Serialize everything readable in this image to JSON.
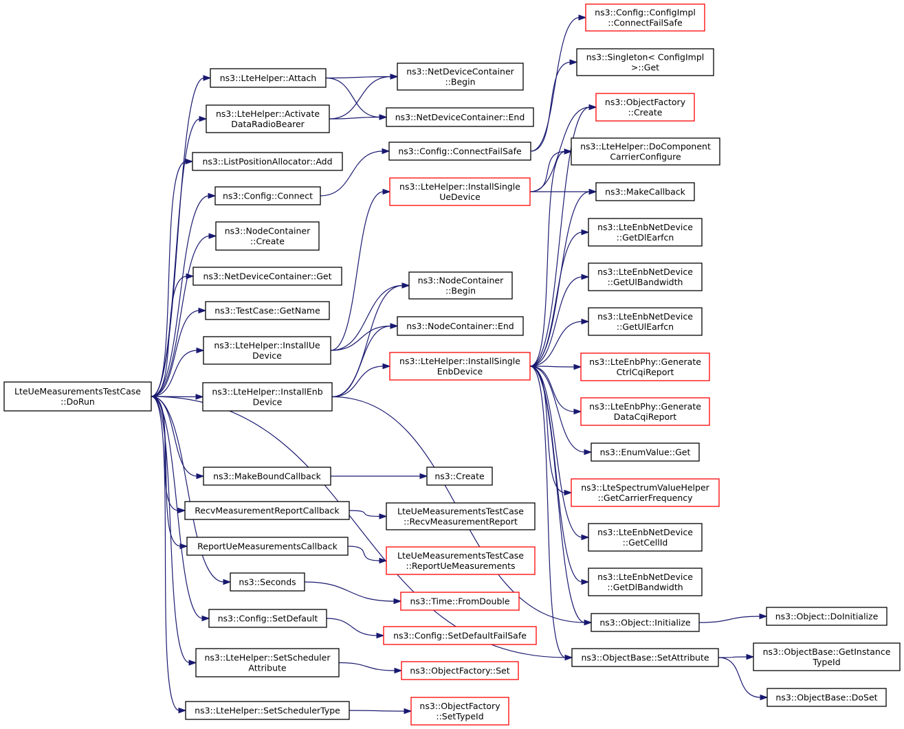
{
  "colors": {
    "edge": "#191970",
    "box_black": "#000000",
    "box_red": "#ff0000",
    "box_root_fill": "#bfbfbf"
  },
  "nodes": [
    {
      "id": "root",
      "lines": [
        "LteUeMeasurementsTestCase",
        "::DoRun"
      ],
      "style": "root"
    },
    {
      "id": "attach",
      "lines": [
        "ns3::LteHelper::Attach"
      ],
      "style": "black"
    },
    {
      "id": "activate",
      "lines": [
        "ns3::LteHelper::Activate",
        "DataRadioBearer"
      ],
      "style": "black"
    },
    {
      "id": "lpa_add",
      "lines": [
        "ns3::ListPositionAllocator::Add"
      ],
      "style": "black"
    },
    {
      "id": "cfg_connect",
      "lines": [
        "ns3::Config::Connect"
      ],
      "style": "black"
    },
    {
      "id": "nc_create",
      "lines": [
        "ns3::NodeContainer",
        "::Create"
      ],
      "style": "black"
    },
    {
      "id": "ndc_get",
      "lines": [
        "ns3::NetDeviceContainer::Get"
      ],
      "style": "black"
    },
    {
      "id": "tc_getname",
      "lines": [
        "ns3::TestCase::GetName"
      ],
      "style": "black"
    },
    {
      "id": "install_ue",
      "lines": [
        "ns3::LteHelper::InstallUe",
        "Device"
      ],
      "style": "black"
    },
    {
      "id": "install_enb",
      "lines": [
        "ns3::LteHelper::InstallEnb",
        "Device"
      ],
      "style": "black"
    },
    {
      "id": "mbc",
      "lines": [
        "ns3::MakeBoundCallback"
      ],
      "style": "black"
    },
    {
      "id": "recv_cb",
      "lines": [
        "RecvMeasurementReportCallback"
      ],
      "style": "black"
    },
    {
      "id": "report_cb",
      "lines": [
        "ReportUeMeasurementsCallback"
      ],
      "style": "black"
    },
    {
      "id": "seconds",
      "lines": [
        "ns3::Seconds"
      ],
      "style": "black"
    },
    {
      "id": "cfg_setdefault",
      "lines": [
        "ns3::Config::SetDefault"
      ],
      "style": "black"
    },
    {
      "id": "set_sched_attr",
      "lines": [
        "ns3::LteHelper::SetScheduler",
        "Attribute"
      ],
      "style": "black"
    },
    {
      "id": "set_sched_type",
      "lines": [
        "ns3::LteHelper::SetSchedulerType"
      ],
      "style": "black"
    },
    {
      "id": "ndc_begin",
      "lines": [
        "ns3::NetDeviceContainer",
        "::Begin"
      ],
      "style": "black"
    },
    {
      "id": "ndc_end",
      "lines": [
        "ns3::NetDeviceContainer::End"
      ],
      "style": "black"
    },
    {
      "id": "cfg_cfs",
      "lines": [
        "ns3::Config::ConnectFailSafe"
      ],
      "style": "black"
    },
    {
      "id": "install_single_ue",
      "lines": [
        "ns3::LteHelper::InstallSingle",
        "UeDevice"
      ],
      "style": "red"
    },
    {
      "id": "nc_begin",
      "lines": [
        "ns3::NodeContainer",
        "::Begin"
      ],
      "style": "black"
    },
    {
      "id": "nc_end",
      "lines": [
        "ns3::NodeContainer::End"
      ],
      "style": "black"
    },
    {
      "id": "install_single_enb",
      "lines": [
        "ns3::LteHelper::InstallSingle",
        "EnbDevice"
      ],
      "style": "red"
    },
    {
      "id": "create",
      "lines": [
        "ns3::Create"
      ],
      "style": "black"
    },
    {
      "id": "recv_report",
      "lines": [
        "LteUeMeasurementsTestCase",
        "::RecvMeasurementReport"
      ],
      "style": "black"
    },
    {
      "id": "report_ue",
      "lines": [
        "LteUeMeasurementsTestCase",
        "::ReportUeMeasurements"
      ],
      "style": "red"
    },
    {
      "id": "time_fromdouble",
      "lines": [
        "ns3::Time::FromDouble"
      ],
      "style": "red"
    },
    {
      "id": "cfg_setdefaultfs",
      "lines": [
        "ns3::Config::SetDefaultFailSafe"
      ],
      "style": "red"
    },
    {
      "id": "of_set",
      "lines": [
        "ns3::ObjectFactory::Set"
      ],
      "style": "red"
    },
    {
      "id": "of_settypeid",
      "lines": [
        "ns3::ObjectFactory",
        "::SetTypeId"
      ],
      "style": "red"
    },
    {
      "id": "cfgimpl_cfs",
      "lines": [
        "ns3::Config::ConfigImpl",
        "::ConnectFailSafe"
      ],
      "style": "red"
    },
    {
      "id": "singleton_get",
      "lines": [
        "ns3::Singleton< ConfigImpl",
        " >::Get"
      ],
      "style": "black"
    },
    {
      "id": "of_create",
      "lines": [
        "ns3::ObjectFactory",
        "::Create"
      ],
      "style": "red"
    },
    {
      "id": "do_cc_config",
      "lines": [
        "ns3::LteHelper::DoComponent",
        "CarrierConfigure"
      ],
      "style": "black"
    },
    {
      "id": "make_callback",
      "lines": [
        "ns3::MakeCallback"
      ],
      "style": "black"
    },
    {
      "id": "enb_getdlearfcn",
      "lines": [
        "ns3::LteEnbNetDevice",
        "::GetDlEarfcn"
      ],
      "style": "black"
    },
    {
      "id": "enb_getulbw",
      "lines": [
        "ns3::LteEnbNetDevice",
        "::GetUlBandwidth"
      ],
      "style": "black"
    },
    {
      "id": "enb_getulearfcn",
      "lines": [
        "ns3::LteEnbNetDevice",
        "::GetUlEarfcn"
      ],
      "style": "black"
    },
    {
      "id": "phy_gen_ctrl",
      "lines": [
        "ns3::LteEnbPhy::Generate",
        "CtrlCqiReport"
      ],
      "style": "red"
    },
    {
      "id": "phy_gen_data",
      "lines": [
        "ns3::LteEnbPhy::Generate",
        "DataCqiReport"
      ],
      "style": "red"
    },
    {
      "id": "enum_get",
      "lines": [
        "ns3::EnumValue::Get"
      ],
      "style": "black"
    },
    {
      "id": "svh_carrier",
      "lines": [
        "ns3::LteSpectrumValueHelper",
        "::GetCarrierFrequency"
      ],
      "style": "red"
    },
    {
      "id": "enb_getcellid",
      "lines": [
        "ns3::LteEnbNetDevice",
        "::GetCellId"
      ],
      "style": "black"
    },
    {
      "id": "enb_getdlbw",
      "lines": [
        "ns3::LteEnbNetDevice",
        "::GetDlBandwidth"
      ],
      "style": "black"
    },
    {
      "id": "obj_init",
      "lines": [
        "ns3::Object::Initialize"
      ],
      "style": "black"
    },
    {
      "id": "ob_setattr",
      "lines": [
        "ns3::ObjectBase::SetAttribute"
      ],
      "style": "black"
    },
    {
      "id": "obj_doinit",
      "lines": [
        "ns3::Object::DoInitialize"
      ],
      "style": "black"
    },
    {
      "id": "ob_getinstance",
      "lines": [
        "ns3::ObjectBase::GetInstance",
        "TypeId"
      ],
      "style": "black"
    },
    {
      "id": "ob_doset",
      "lines": [
        "ns3::ObjectBase::DoSet"
      ],
      "style": "black"
    }
  ],
  "edges": [
    [
      "root",
      "attach"
    ],
    [
      "root",
      "activate"
    ],
    [
      "root",
      "lpa_add"
    ],
    [
      "root",
      "cfg_connect"
    ],
    [
      "root",
      "nc_create"
    ],
    [
      "root",
      "ndc_get"
    ],
    [
      "root",
      "tc_getname"
    ],
    [
      "root",
      "install_ue"
    ],
    [
      "root",
      "install_enb"
    ],
    [
      "root",
      "mbc"
    ],
    [
      "root",
      "recv_cb"
    ],
    [
      "root",
      "report_cb"
    ],
    [
      "root",
      "seconds"
    ],
    [
      "root",
      "cfg_setdefault"
    ],
    [
      "root",
      "set_sched_attr"
    ],
    [
      "root",
      "set_sched_type"
    ],
    [
      "root",
      "ob_setattr"
    ],
    [
      "attach",
      "ndc_begin"
    ],
    [
      "attach",
      "ndc_end"
    ],
    [
      "activate",
      "ndc_begin"
    ],
    [
      "activate",
      "ndc_end"
    ],
    [
      "cfg_connect",
      "cfg_cfs"
    ],
    [
      "cfg_cfs",
      "cfgimpl_cfs"
    ],
    [
      "cfg_cfs",
      "singleton_get"
    ],
    [
      "install_ue",
      "install_single_ue"
    ],
    [
      "install_ue",
      "nc_begin"
    ],
    [
      "install_ue",
      "nc_end"
    ],
    [
      "install_enb",
      "install_single_enb"
    ],
    [
      "install_enb",
      "nc_begin"
    ],
    [
      "install_enb",
      "nc_end"
    ],
    [
      "install_enb",
      "obj_init"
    ],
    [
      "install_single_ue",
      "of_create"
    ],
    [
      "install_single_ue",
      "do_cc_config"
    ],
    [
      "install_single_ue",
      "make_callback"
    ],
    [
      "install_single_enb",
      "of_create"
    ],
    [
      "install_single_enb",
      "do_cc_config"
    ],
    [
      "install_single_enb",
      "make_callback"
    ],
    [
      "install_single_enb",
      "enb_getdlearfcn"
    ],
    [
      "install_single_enb",
      "enb_getulbw"
    ],
    [
      "install_single_enb",
      "enb_getulearfcn"
    ],
    [
      "install_single_enb",
      "phy_gen_ctrl"
    ],
    [
      "install_single_enb",
      "phy_gen_data"
    ],
    [
      "install_single_enb",
      "enum_get"
    ],
    [
      "install_single_enb",
      "svh_carrier"
    ],
    [
      "install_single_enb",
      "enb_getcellid"
    ],
    [
      "install_single_enb",
      "enb_getdlbw"
    ],
    [
      "install_single_enb",
      "obj_init"
    ],
    [
      "install_single_enb",
      "ob_setattr"
    ],
    [
      "mbc",
      "create"
    ],
    [
      "recv_cb",
      "recv_report"
    ],
    [
      "report_cb",
      "report_ue"
    ],
    [
      "seconds",
      "time_fromdouble"
    ],
    [
      "cfg_setdefault",
      "cfg_setdefaultfs"
    ],
    [
      "set_sched_attr",
      "of_set"
    ],
    [
      "set_sched_type",
      "of_settypeid"
    ],
    [
      "obj_init",
      "obj_doinit"
    ],
    [
      "ob_setattr",
      "ob_getinstance"
    ],
    [
      "ob_setattr",
      "ob_doset"
    ]
  ]
}
